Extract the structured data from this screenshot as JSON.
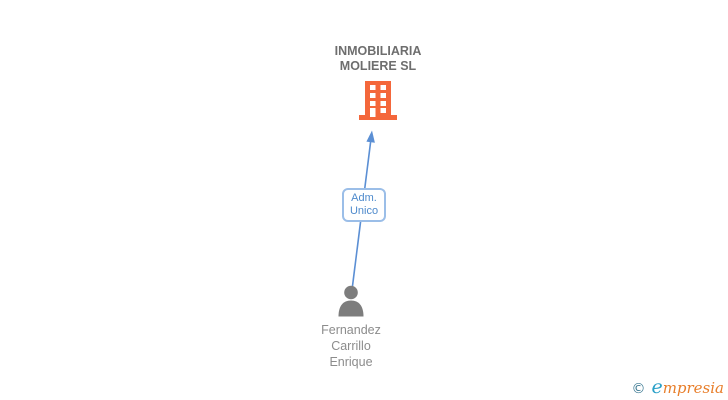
{
  "diagram": {
    "company_node": {
      "name_line1": "INMOBILIARIA",
      "name_line2": "MOLIERE SL",
      "icon": "building-icon",
      "icon_color": "#F4673B",
      "name_color": "#6E6E6E"
    },
    "edge": {
      "label_line1": "Adm.",
      "label_line2": "Unico",
      "direction": "person-to-company",
      "line_color": "#5B8FD4",
      "box_border_color": "#9BBEE8",
      "label_color": "#4E8ACC"
    },
    "person_node": {
      "name_line1": "Fernandez",
      "name_line2": "Carrillo",
      "name_line3": "Enrique",
      "icon": "person-icon",
      "icon_color": "#7D7D7D",
      "name_color": "#8C8C8C"
    }
  },
  "watermark": {
    "copyright_symbol": "©",
    "brand_initial": "e",
    "brand_rest": "mpresia",
    "copyright_color": "#3D7A93",
    "initial_color": "#2AA0C8",
    "rest_color": "#E87E2A"
  }
}
